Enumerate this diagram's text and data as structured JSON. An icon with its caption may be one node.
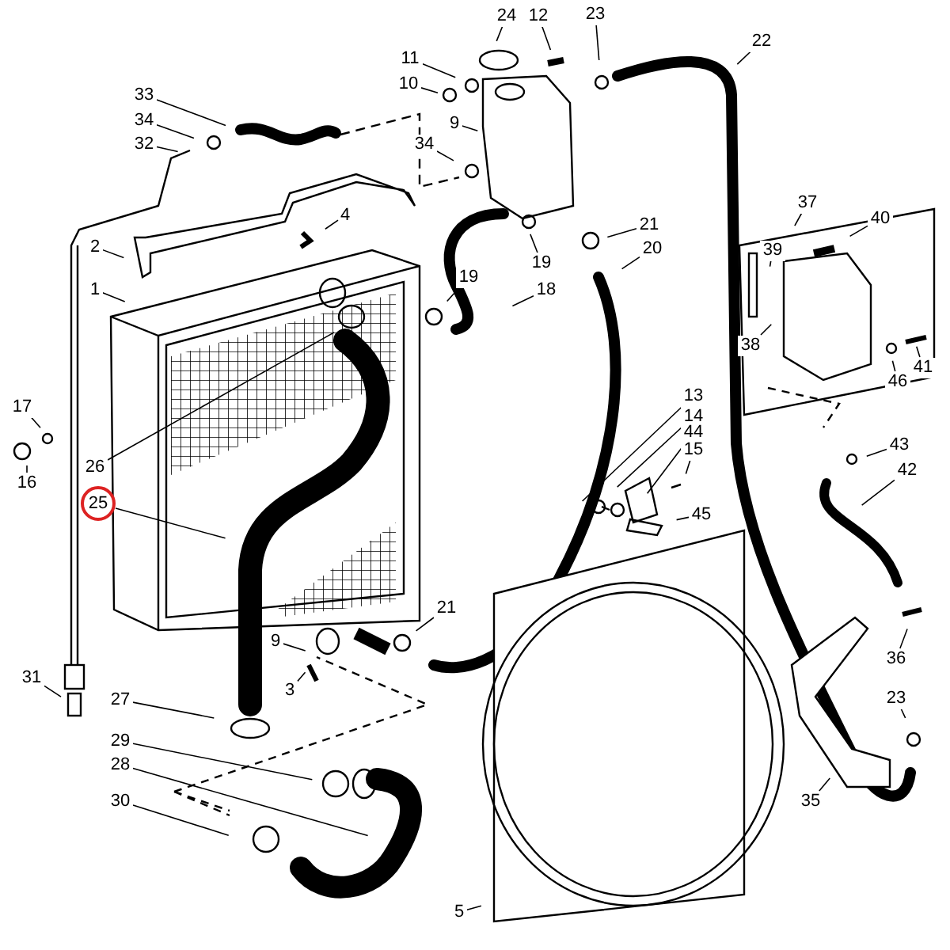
{
  "diagram": {
    "nodes": [
      {
        "text": [
          "24"
        ]
      },
      {
        "text": [
          "12"
        ]
      },
      {
        "text": [
          "23"
        ]
      },
      {
        "text": [
          "22"
        ]
      },
      {
        "text": [
          "11"
        ]
      },
      {
        "text": [
          "10"
        ]
      },
      {
        "text": [
          "33"
        ]
      },
      {
        "text": [
          "9"
        ]
      },
      {
        "text": [
          "34"
        ]
      },
      {
        "text": [
          "32"
        ]
      },
      {
        "text": [
          "34"
        ]
      },
      {
        "text": [
          "37"
        ]
      },
      {
        "text": [
          "4"
        ]
      },
      {
        "text": [
          "21"
        ]
      },
      {
        "text": [
          "40"
        ]
      },
      {
        "text": [
          "39"
        ]
      },
      {
        "text": [
          "19"
        ]
      },
      {
        "text": [
          "2"
        ]
      },
      {
        "text": [
          "20"
        ]
      },
      {
        "text": [
          "18"
        ]
      },
      {
        "text": [
          "19"
        ]
      },
      {
        "text": [
          "1"
        ]
      },
      {
        "text": [
          "38"
        ]
      },
      {
        "text": [
          "41"
        ]
      },
      {
        "text": [
          "46"
        ]
      },
      {
        "text": [
          "13"
        ]
      },
      {
        "text": [
          "14"
        ]
      },
      {
        "text": [
          "17"
        ]
      },
      {
        "text": [
          "44"
        ]
      },
      {
        "text": [
          "15"
        ]
      },
      {
        "text": [
          "43"
        ]
      },
      {
        "text": [
          "26"
        ]
      },
      {
        "text": [
          "42"
        ]
      },
      {
        "text": [
          "16"
        ]
      },
      {
        "text": [
          "25"
        ]
      },
      {
        "text": [
          "45"
        ]
      },
      {
        "text": [
          "21"
        ]
      },
      {
        "text": [
          "9"
        ]
      },
      {
        "text": [
          "36"
        ]
      },
      {
        "text": [
          "31"
        ]
      },
      {
        "text": [
          "3"
        ]
      },
      {
        "text": [
          "27"
        ]
      },
      {
        "text": [
          "23"
        ]
      },
      {
        "text": [
          "29"
        ]
      },
      {
        "text": [
          "28"
        ]
      },
      {
        "text": [
          "30"
        ]
      },
      {
        "text": [
          "35"
        ]
      },
      {
        "text": [
          "5"
        ]
      }
    ],
    "edges": [
      {
        "from": 0,
        "to": null,
        "arrow": "none"
      },
      {
        "from": 1,
        "to": null,
        "arrow": "none"
      },
      {
        "from": 2,
        "to": null,
        "arrow": "none"
      },
      {
        "from": 3,
        "to": null,
        "arrow": "none"
      },
      {
        "from": 4,
        "to": null,
        "arrow": "none"
      },
      {
        "from": 5,
        "to": null,
        "arrow": "none"
      },
      {
        "from": 6,
        "to": null,
        "arrow": "none"
      },
      {
        "from": 7,
        "to": null,
        "arrow": "none"
      },
      {
        "from": 8,
        "to": null,
        "arrow": "none"
      },
      {
        "from": 9,
        "to": null,
        "arrow": "none"
      },
      {
        "from": 10,
        "to": null,
        "arrow": "none"
      },
      {
        "from": 11,
        "to": null,
        "arrow": "none"
      },
      {
        "from": 12,
        "to": null,
        "arrow": "none"
      },
      {
        "from": 13,
        "to": null,
        "arrow": "none"
      },
      {
        "from": 14,
        "to": null,
        "arrow": "none"
      },
      {
        "from": 15,
        "to": null,
        "arrow": "none"
      },
      {
        "from": 16,
        "to": null,
        "arrow": "none"
      },
      {
        "from": 17,
        "to": null,
        "arrow": "none"
      },
      {
        "from": 18,
        "to": null,
        "arrow": "none"
      },
      {
        "from": 19,
        "to": null,
        "arrow": "none"
      },
      {
        "from": 20,
        "to": null,
        "arrow": "none"
      },
      {
        "from": 21,
        "to": null,
        "arrow": "none"
      },
      {
        "from": 22,
        "to": null,
        "arrow": "none"
      },
      {
        "from": 23,
        "to": null,
        "arrow": "none"
      },
      {
        "from": 24,
        "to": null,
        "arrow": "none"
      },
      {
        "from": 25,
        "to": null,
        "arrow": "none"
      },
      {
        "from": 26,
        "to": null,
        "arrow": "none"
      },
      {
        "from": 27,
        "to": null,
        "arrow": "none"
      },
      {
        "from": 28,
        "to": null,
        "arrow": "none"
      },
      {
        "from": 29,
        "to": null,
        "arrow": "none"
      },
      {
        "from": 30,
        "to": null,
        "arrow": "none"
      },
      {
        "from": 31,
        "to": null,
        "arrow": "none"
      },
      {
        "from": 32,
        "to": null,
        "arrow": "none"
      },
      {
        "from": 33,
        "to": null,
        "arrow": "none"
      },
      {
        "from": 34,
        "to": null,
        "arrow": "none"
      },
      {
        "from": 35,
        "to": null,
        "arrow": "none"
      },
      {
        "from": 36,
        "to": null,
        "arrow": "none"
      },
      {
        "from": 37,
        "to": null,
        "arrow": "none"
      },
      {
        "from": 38,
        "to": null,
        "arrow": "none"
      },
      {
        "from": 39,
        "to": null,
        "arrow": "none"
      },
      {
        "from": 40,
        "to": null,
        "arrow": "none"
      },
      {
        "from": 41,
        "to": null,
        "arrow": "none"
      },
      {
        "from": 42,
        "to": null,
        "arrow": "none"
      },
      {
        "from": 43,
        "to": null,
        "arrow": "none"
      },
      {
        "from": 44,
        "to": null,
        "arrow": "none"
      },
      {
        "from": 45,
        "to": null,
        "arrow": "none"
      },
      {
        "from": 46,
        "to": null,
        "arrow": "none"
      },
      {
        "from": 47,
        "to": null,
        "arrow": "none"
      }
    ]
  }
}
